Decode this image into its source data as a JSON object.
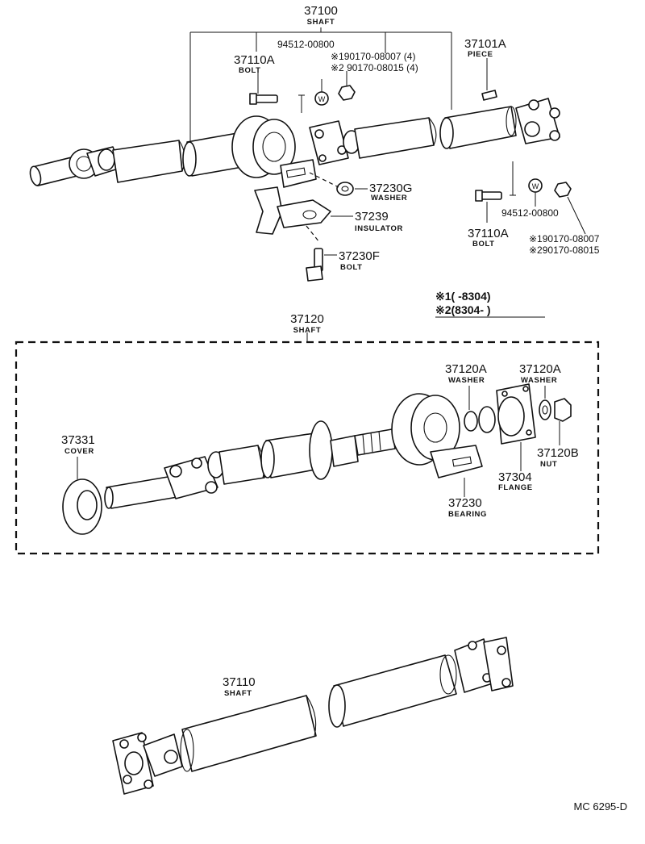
{
  "diagram": {
    "labels": {
      "shaft_37100": {
        "num": "37100",
        "sub": "SHAFT"
      },
      "bolt_37110A_top": {
        "num": "37110A",
        "sub": "BOLT"
      },
      "nut_94512_top": {
        "num": "94512-00800"
      },
      "note1_top": {
        "text": "※190170-08007 (4)"
      },
      "note2_top": {
        "text": "※2 90170-08015 (4)"
      },
      "piece_37101A": {
        "num": "37101A",
        "sub": "PIECE"
      },
      "washer_37230G": {
        "num": "37230G",
        "sub": "WASHER"
      },
      "insulator_37239": {
        "num": "37239",
        "sub": "INSULATOR"
      },
      "bolt_37230F": {
        "num": "37230F",
        "sub": "BOLT"
      },
      "nut_94512_right": {
        "num": "94512-00800"
      },
      "bolt_37110A_right": {
        "num": "37110A",
        "sub": "BOLT"
      },
      "note1_right": {
        "text": "※190170-08007"
      },
      "note2_right": {
        "text": "※290170-08015"
      },
      "legend1": {
        "text": "※1(      -8304)"
      },
      "legend2": {
        "text": "※2(8304-        )"
      },
      "shaft_37120": {
        "num": "37120",
        "sub": "SHAFT"
      },
      "washer_37120A_1": {
        "num": "37120A",
        "sub": "WASHER"
      },
      "washer_37120A_2": {
        "num": "37120A",
        "sub": "WASHER"
      },
      "cover_37331": {
        "num": "37331",
        "sub": "COVER"
      },
      "nut_37120B": {
        "num": "37120B",
        "sub": "NUT"
      },
      "flange_37304": {
        "num": "37304",
        "sub": "FLANGE"
      },
      "bearing_37230": {
        "num": "37230",
        "sub": "BEARING"
      },
      "shaft_37110": {
        "num": "37110",
        "sub": "SHAFT"
      }
    },
    "catalog_code": "MC 6295-D"
  }
}
